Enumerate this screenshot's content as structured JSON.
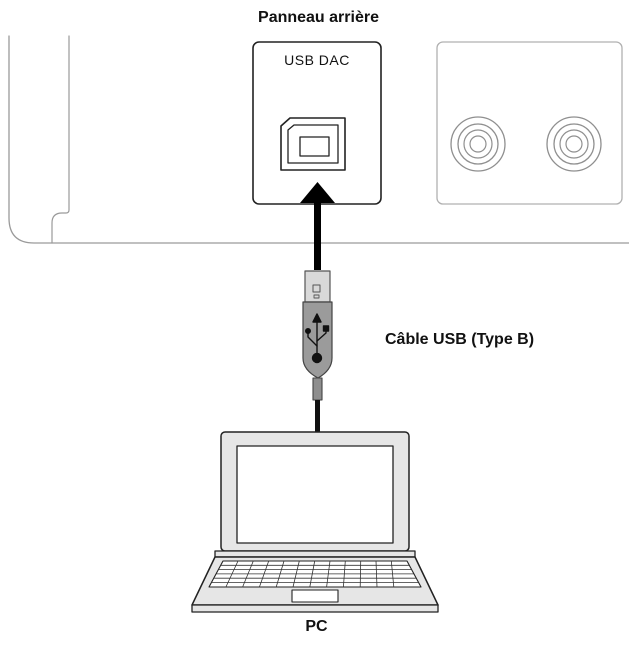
{
  "panel_title": "Panneau arrière",
  "port_label": "USB DAC",
  "cable_label": "Câble USB (Type B)",
  "device_label": "PC"
}
